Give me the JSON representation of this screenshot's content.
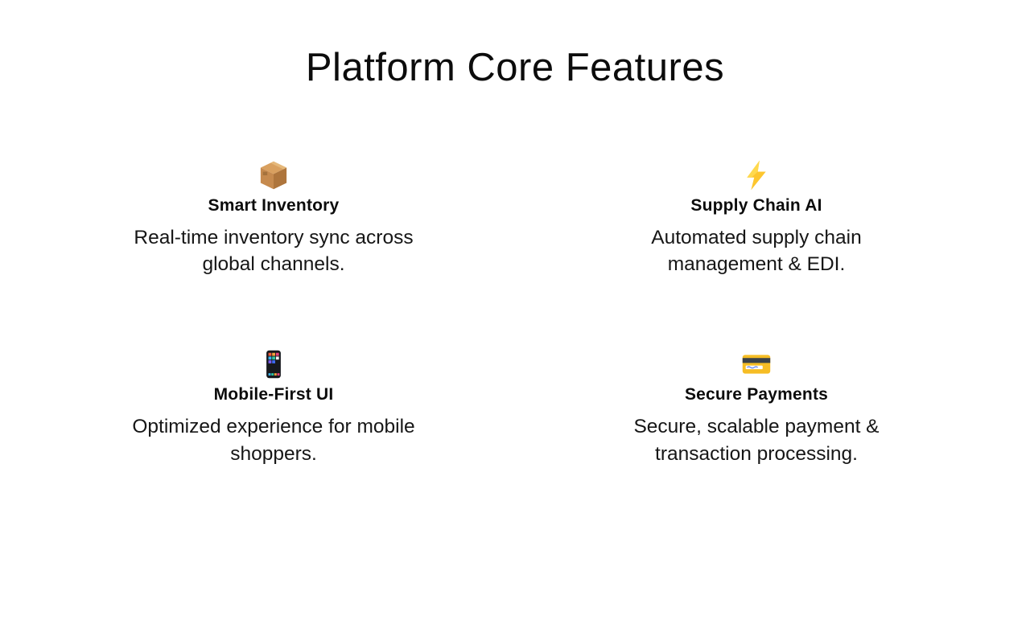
{
  "title": "Platform Core Features",
  "features": [
    {
      "icon": "package-icon",
      "title": "Smart Inventory",
      "description": "Real-time inventory sync across global channels."
    },
    {
      "icon": "lightning-icon",
      "title": "Supply Chain AI",
      "description": "Automated supply chain management & EDI."
    },
    {
      "icon": "smartphone-icon",
      "title": "Mobile-First UI",
      "description": "Optimized experience for mobile shoppers."
    },
    {
      "icon": "credit-card-icon",
      "title": "Secure Payments",
      "description": "Secure, scalable payment & transaction processing."
    }
  ],
  "colors": {
    "background": "#ffffff",
    "text": "#0c0c0c",
    "lightning_yellow": "#FDC62E",
    "card_yellow": "#F6BD25",
    "box_top": "#D9A05F",
    "box_left": "#C68A4E",
    "box_right": "#AE753C",
    "phone_body": "#17191d"
  }
}
